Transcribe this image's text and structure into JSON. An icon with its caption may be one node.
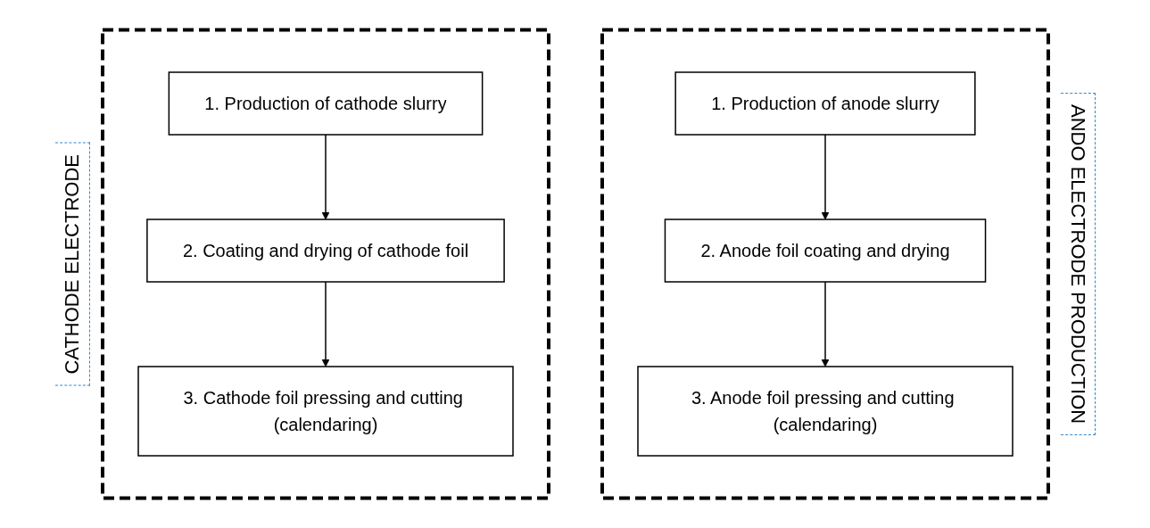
{
  "diagram": {
    "nodes": [
      {
        "text": [],
        "shape": "box"
      },
      {
        "text": [
          "1. Production of cathode slurry"
        ],
        "in": 0
      },
      {
        "text": [
          "2. Coating and drying of cathode foil"
        ],
        "in": 0
      },
      {
        "text": [
          "3. Cathode foil pressing and cutting (calendaring)"
        ],
        "in": 0
      },
      {
        "text": [],
        "shape": "box"
      },
      {
        "text": [
          "1. Production of anode slurry"
        ],
        "in": 4
      },
      {
        "text": [
          "2. Anode foil coating and drying"
        ],
        "in": 4
      },
      {
        "text": [
          "3. Anode foil pressing and cutting (calendaring)"
        ],
        "in": 4
      }
    ],
    "edges": [
      {
        "from": 1,
        "to": 2,
        "arrow": "to"
      },
      {
        "from": 2,
        "to": 3,
        "arrow": "to"
      },
      {
        "from": 5,
        "to": 6,
        "arrow": "to"
      },
      {
        "from": 6,
        "to": 7,
        "arrow": "to"
      }
    ],
    "labels": [
      "CATHODE ELECTRODE",
      "ANDO ELECTRODE PRODUCTION"
    ]
  }
}
